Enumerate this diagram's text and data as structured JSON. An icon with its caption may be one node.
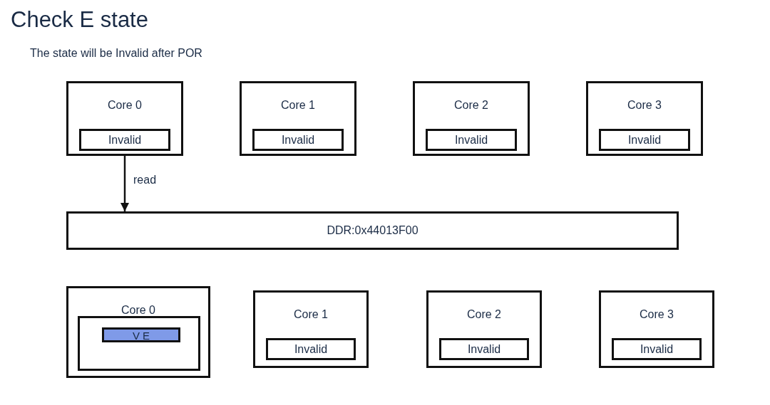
{
  "diagram": {
    "title": "Check E state",
    "nodes": [
      {
        "text": [
          "Core 0"
        ]
      },
      {
        "text": [
          "Invalid"
        ],
        "in": 0
      },
      {
        "text": [
          "Core 1"
        ]
      },
      {
        "text": [
          "Invalid"
        ],
        "in": 2
      },
      {
        "text": [
          "Core 2"
        ]
      },
      {
        "text": [
          "Invalid"
        ],
        "in": 4
      },
      {
        "text": [
          "Core 3"
        ]
      },
      {
        "text": [
          "Invalid"
        ],
        "in": 6
      },
      {
        "text": [
          "DDR:0x44013F00"
        ]
      },
      {
        "text": [
          "Core 0"
        ]
      },
      {
        "text": [],
        "shape": "box",
        "in": 9
      },
      {
        "text": [
          "V E"
        ],
        "in": 10
      },
      {
        "text": [
          "Core 1"
        ]
      },
      {
        "text": [
          "Invalid"
        ],
        "in": 12
      },
      {
        "text": [
          "Core 2"
        ]
      },
      {
        "text": [
          "Invalid"
        ],
        "in": 14
      },
      {
        "text": [
          "Core 3"
        ]
      },
      {
        "text": [
          "Invalid"
        ],
        "in": 16
      }
    ],
    "edges": [
      {
        "from": 0,
        "to": 8,
        "arrow": "to",
        "label": "read"
      }
    ],
    "labels": [
      "The state will be Invalid after POR"
    ]
  }
}
